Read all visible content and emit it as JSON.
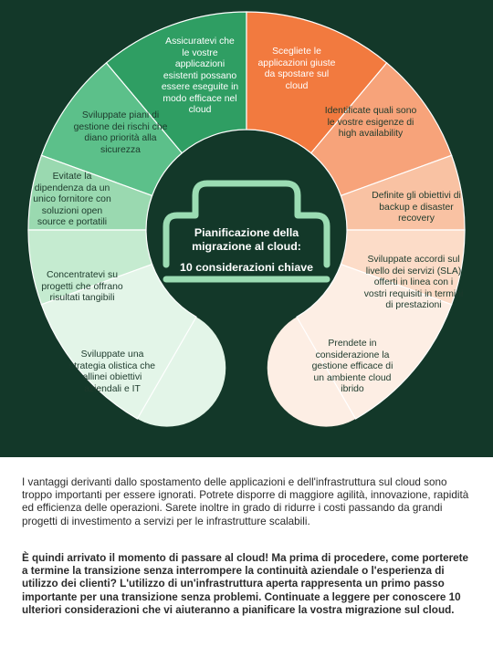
{
  "diagram": {
    "center": {
      "title": "Pianificazione della migrazione al cloud:",
      "subtitle": "10 considerazioni chiave"
    },
    "segments": [
      {
        "id": "1",
        "text": "Assicuratevi che le vostre applicazioni esistenti possano essere eseguite in modo efficace nel cloud",
        "color": "#2f9e63"
      },
      {
        "id": "2",
        "text": "Sviluppate piani di gestione dei rischi che diano priorità alla sicurezza",
        "color": "#5cc08a"
      },
      {
        "id": "3",
        "text": "Evitate la dipendenza da un unico fornitore con soluzioni open source e portatili",
        "color": "#9ad9b0"
      },
      {
        "id": "4",
        "text": "Concentratevi su progetti che offrano risultati tangibili",
        "color": "#c5ebd0"
      },
      {
        "id": "5",
        "text": "Sviluppate una strategia olistica che allinei obiettivi aziendali e IT",
        "color": "#e3f5e8"
      },
      {
        "id": "6",
        "text": "Scegliete le applicazioni giuste da spostare sul cloud",
        "color": "#f27a3f"
      },
      {
        "id": "7",
        "text": "Identificate quali sono le vostre esigenze di high availability",
        "color": "#f7a37a"
      },
      {
        "id": "8",
        "text": "Definite gli obiettivi di backup e disaster recovery",
        "color": "#f9c2a3"
      },
      {
        "id": "9",
        "text": "Sviluppate accordi sul livello dei servizi (SLA) offerti in linea con i vostri requisiti in termini di prestazioni",
        "color": "#fcdcc8"
      },
      {
        "id": "10",
        "text": "Prendete in considerazione la gestione efficace di un ambiente cloud ibrido",
        "color": "#fdeee4"
      }
    ]
  },
  "body": {
    "intro": "I vantaggi derivanti dallo spostamento delle applicazioni e dell'infrastruttura sul cloud sono troppo importanti per essere ignorati. Potrete disporre di maggiore agilità, innovazione, rapidità ed efficienza delle operazioni. Sarete inoltre in grado di ridurre i costi passando da grandi progetti di investimento a servizi per le infrastrutture scalabili.",
    "emphasis": "È quindi arrivato il momento di passare al cloud! Ma prima di procedere, come porterete a termine la transizione senza interrompere la continuità aziendale o l'esperienza di utilizzo dei clienti? L'utilizzo di un'infrastruttura aperta rappresenta un primo passo importante per una transizione senza problemi. Continuate a leggere per conoscere 10 ulteriori considerazioni che vi aiuteranno a pianificare la vostra migrazione sul cloud."
  }
}
